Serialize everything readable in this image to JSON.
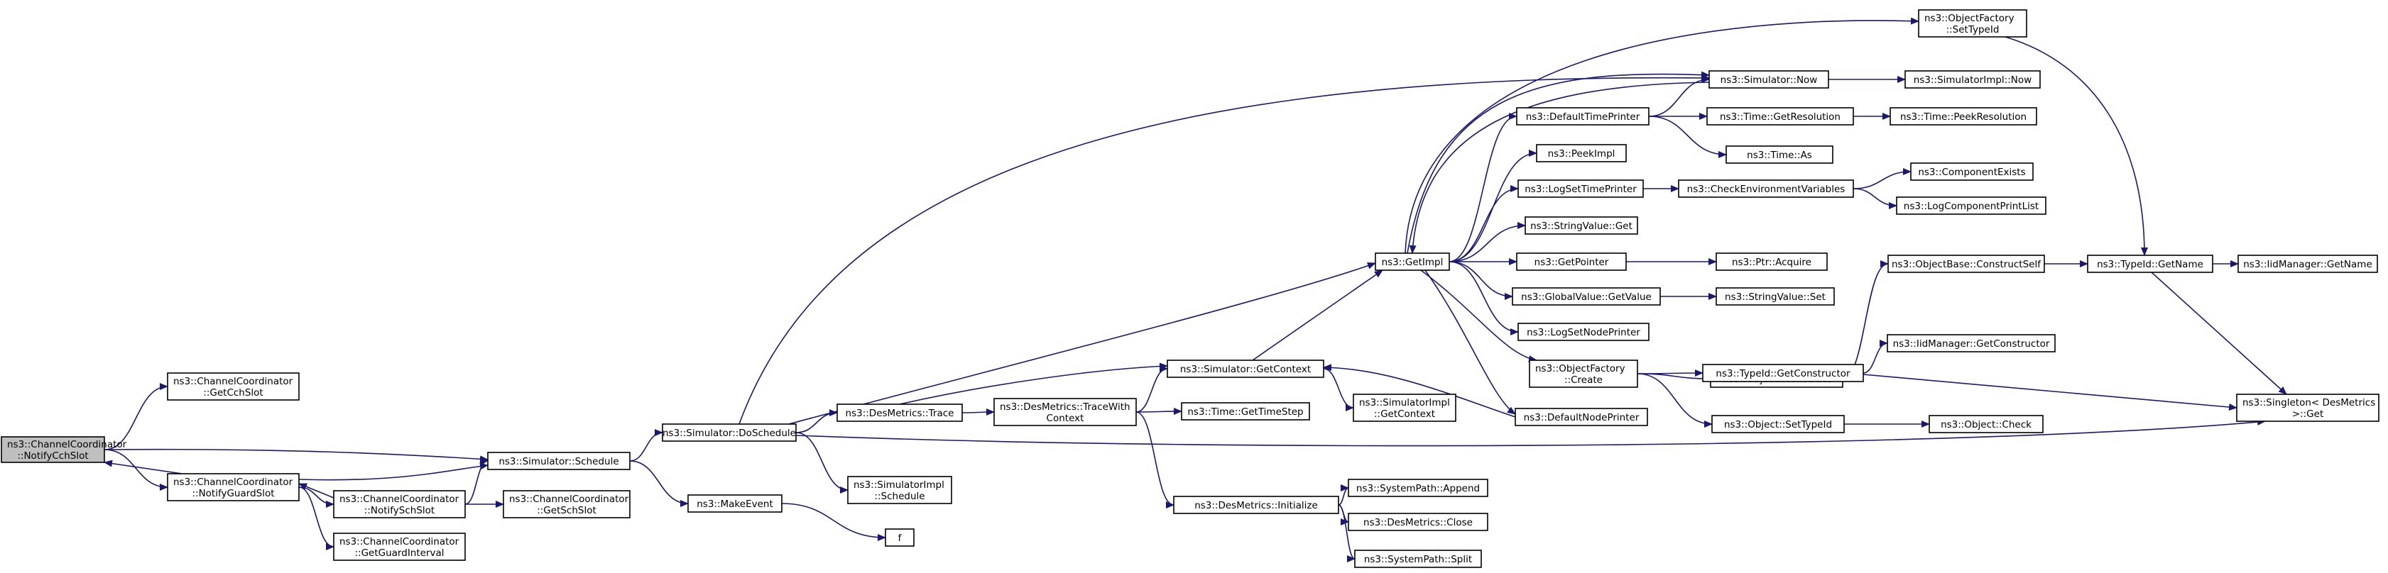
{
  "colors": {
    "edge": "#191970",
    "node_border": "#000000",
    "node_border_truncated": "#ff0000",
    "node_fill": "#ffffff",
    "focus_fill": "#bfbfbf"
  },
  "nodes": [
    {
      "id": "notify-cch-slot",
      "lines": [
        "ns3::ChannelCoordinator",
        "::NotifyCchSlot"
      ],
      "style": "focus"
    },
    {
      "id": "get-cch-slot",
      "lines": [
        "ns3::ChannelCoordinator",
        "::GetCchSlot"
      ],
      "style": "normal"
    },
    {
      "id": "notify-guard-slot",
      "lines": [
        "ns3::ChannelCoordinator",
        "::NotifyGuardSlot"
      ],
      "style": "normal"
    },
    {
      "id": "get-guard-interval",
      "lines": [
        "ns3::ChannelCoordinator",
        "::GetGuardInterval"
      ],
      "style": "normal"
    },
    {
      "id": "notify-sch-slot",
      "lines": [
        "ns3::ChannelCoordinator",
        "::NotifySchSlot"
      ],
      "style": "normal"
    },
    {
      "id": "simulator-schedule",
      "lines": [
        "ns3::Simulator::Schedule"
      ],
      "style": "normal"
    },
    {
      "id": "get-sch-slot",
      "lines": [
        "ns3::ChannelCoordinator",
        "::GetSchSlot"
      ],
      "style": "normal"
    },
    {
      "id": "simulator-doschedule",
      "lines": [
        "ns3::Simulator::DoSchedule"
      ],
      "style": "normal"
    },
    {
      "id": "make-event",
      "lines": [
        "ns3::MakeEvent"
      ],
      "style": "normal"
    },
    {
      "id": "f",
      "lines": [
        "f"
      ],
      "style": "normal"
    },
    {
      "id": "desmetrics-trace",
      "lines": [
        "ns3::DesMetrics::Trace"
      ],
      "style": "normal"
    },
    {
      "id": "simulatorimpl-schedule",
      "lines": [
        "ns3::SimulatorImpl",
        "::Schedule"
      ],
      "style": "normal"
    },
    {
      "id": "desmetrics-tracewithcontext",
      "lines": [
        "ns3::DesMetrics::TraceWith",
        "Context"
      ],
      "style": "normal"
    },
    {
      "id": "simulator-getcontext",
      "lines": [
        "ns3::Simulator::GetContext"
      ],
      "style": "normal"
    },
    {
      "id": "time-gettimestep",
      "lines": [
        "ns3::Time::GetTimeStep"
      ],
      "style": "normal"
    },
    {
      "id": "desmetrics-initialize",
      "lines": [
        "ns3::DesMetrics::Initialize"
      ],
      "style": "normal"
    },
    {
      "id": "simulatorimpl-getcontext",
      "lines": [
        "ns3::SimulatorImpl",
        "::GetContext"
      ],
      "style": "normal"
    },
    {
      "id": "systempath-append",
      "lines": [
        "ns3::SystemPath::Append"
      ],
      "style": "normal"
    },
    {
      "id": "desmetrics-close",
      "lines": [
        "ns3::DesMetrics::Close"
      ],
      "style": "normal"
    },
    {
      "id": "systempath-split",
      "lines": [
        "ns3::SystemPath::Split"
      ],
      "style": "normal"
    },
    {
      "id": "getimpl",
      "lines": [
        "ns3::GetImpl"
      ],
      "style": "normal"
    },
    {
      "id": "simulator-now",
      "lines": [
        "ns3::Simulator::Now"
      ],
      "style": "normal"
    },
    {
      "id": "simulatorimpl-now",
      "lines": [
        "ns3::SimulatorImpl::Now"
      ],
      "style": "normal"
    },
    {
      "id": "objectfactory-settypeid",
      "lines": [
        "ns3::ObjectFactory",
        "::SetTypeId"
      ],
      "style": "normal"
    },
    {
      "id": "defaulttimeprinter",
      "lines": [
        "ns3::DefaultTimePrinter"
      ],
      "style": "normal"
    },
    {
      "id": "time-getresolution",
      "lines": [
        "ns3::Time::GetResolution"
      ],
      "style": "normal"
    },
    {
      "id": "time-peekresolution",
      "lines": [
        "ns3::Time::PeekResolution"
      ],
      "style": "truncated"
    },
    {
      "id": "time-as",
      "lines": [
        "ns3::Time::As"
      ],
      "style": "normal"
    },
    {
      "id": "peekimpl",
      "lines": [
        "ns3::PeekImpl"
      ],
      "style": "normal"
    },
    {
      "id": "logsettimeprinter",
      "lines": [
        "ns3::LogSetTimePrinter"
      ],
      "style": "normal"
    },
    {
      "id": "checkenvironmentvariables",
      "lines": [
        "ns3::CheckEnvironmentVariables"
      ],
      "style": "normal"
    },
    {
      "id": "componentexists",
      "lines": [
        "ns3::ComponentExists"
      ],
      "style": "truncated"
    },
    {
      "id": "logcomponentprintlist",
      "lines": [
        "ns3::LogComponentPrintList"
      ],
      "style": "truncated"
    },
    {
      "id": "stringvalue-get",
      "lines": [
        "ns3::StringValue::Get"
      ],
      "style": "normal"
    },
    {
      "id": "getpointer",
      "lines": [
        "ns3::GetPointer"
      ],
      "style": "normal"
    },
    {
      "id": "ptr-acquire",
      "lines": [
        "ns3::Ptr::Acquire"
      ],
      "style": "normal"
    },
    {
      "id": "globalvalue-getvalue",
      "lines": [
        "ns3::GlobalValue::GetValue"
      ],
      "style": "normal"
    },
    {
      "id": "stringvalue-set",
      "lines": [
        "ns3::StringValue::Set"
      ],
      "style": "normal"
    },
    {
      "id": "logsetnodeprinter",
      "lines": [
        "ns3::LogSetNodePrinter"
      ],
      "style": "normal"
    },
    {
      "id": "objectfactory-create",
      "lines": [
        "ns3::ObjectFactory",
        "::Create"
      ],
      "style": "normal"
    },
    {
      "id": "defaultnodeprinter",
      "lines": [
        "ns3::DefaultNodePrinter"
      ],
      "style": "normal"
    },
    {
      "id": "object-construct",
      "lines": [
        "ns3::Object::Construct"
      ],
      "style": "normal"
    },
    {
      "id": "objectbase-constructself",
      "lines": [
        "ns3::ObjectBase::ConstructSelf"
      ],
      "style": "truncated"
    },
    {
      "id": "typeid-getname",
      "lines": [
        "ns3::TypeId::GetName"
      ],
      "style": "normal"
    },
    {
      "id": "iidmanager-getname",
      "lines": [
        "ns3::IidManager::GetName"
      ],
      "style": "truncated"
    },
    {
      "id": "typeid-getconstructor",
      "lines": [
        "ns3::TypeId::GetConstructor"
      ],
      "style": "normal"
    },
    {
      "id": "iidmanager-getconstructor",
      "lines": [
        "ns3::IidManager::GetConstructor"
      ],
      "style": "truncated"
    },
    {
      "id": "object-settypeid",
      "lines": [
        "ns3::Object::SetTypeId"
      ],
      "style": "normal"
    },
    {
      "id": "object-check",
      "lines": [
        "ns3::Object::Check"
      ],
      "style": "truncated"
    },
    {
      "id": "singleton-get",
      "lines": [
        "ns3::Singleton< DesMetrics",
        " >::Get"
      ],
      "style": "normal"
    }
  ],
  "edges": [
    [
      "notify-cch-slot",
      "get-cch-slot"
    ],
    [
      "notify-cch-slot",
      "notify-guard-slot"
    ],
    [
      "notify-cch-slot",
      "simulator-schedule"
    ],
    [
      "notify-guard-slot",
      "notify-cch-slot"
    ],
    [
      "notify-guard-slot",
      "get-guard-interval"
    ],
    [
      "notify-guard-slot",
      "notify-sch-slot"
    ],
    [
      "notify-guard-slot",
      "simulator-schedule"
    ],
    [
      "notify-sch-slot",
      "notify-guard-slot"
    ],
    [
      "notify-sch-slot",
      "get-sch-slot"
    ],
    [
      "notify-sch-slot",
      "simulator-schedule"
    ],
    [
      "simulator-schedule",
      "simulator-doschedule"
    ],
    [
      "simulator-schedule",
      "make-event"
    ],
    [
      "make-event",
      "f"
    ],
    [
      "simulator-doschedule",
      "desmetrics-trace"
    ],
    [
      "simulator-doschedule",
      "getimpl"
    ],
    [
      "simulator-doschedule",
      "simulator-now"
    ],
    [
      "simulator-doschedule",
      "simulatorimpl-schedule"
    ],
    [
      "simulator-doschedule",
      "singleton-get"
    ],
    [
      "desmetrics-trace",
      "desmetrics-tracewithcontext"
    ],
    [
      "desmetrics-trace",
      "simulator-getcontext"
    ],
    [
      "desmetrics-tracewithcontext",
      "simulator-getcontext"
    ],
    [
      "desmetrics-tracewithcontext",
      "time-gettimestep"
    ],
    [
      "desmetrics-tracewithcontext",
      "desmetrics-initialize"
    ],
    [
      "simulator-getcontext",
      "getimpl"
    ],
    [
      "simulator-getcontext",
      "simulatorimpl-getcontext"
    ],
    [
      "desmetrics-initialize",
      "systempath-append"
    ],
    [
      "desmetrics-initialize",
      "desmetrics-close"
    ],
    [
      "desmetrics-initialize",
      "systempath-split"
    ],
    [
      "getimpl",
      "simulator-now"
    ],
    [
      "getimpl",
      "objectfactory-settypeid"
    ],
    [
      "getimpl",
      "defaulttimeprinter"
    ],
    [
      "getimpl",
      "peekimpl"
    ],
    [
      "getimpl",
      "logsettimeprinter"
    ],
    [
      "getimpl",
      "stringvalue-get"
    ],
    [
      "getimpl",
      "getpointer"
    ],
    [
      "getimpl",
      "globalvalue-getvalue"
    ],
    [
      "getimpl",
      "logsetnodeprinter"
    ],
    [
      "getimpl",
      "objectfactory-create"
    ],
    [
      "getimpl",
      "defaultnodeprinter"
    ],
    [
      "simulator-now",
      "getimpl"
    ],
    [
      "simulator-now",
      "simulatorimpl-now"
    ],
    [
      "defaulttimeprinter",
      "simulator-now"
    ],
    [
      "defaulttimeprinter",
      "time-getresolution"
    ],
    [
      "defaulttimeprinter",
      "time-as"
    ],
    [
      "time-getresolution",
      "time-peekresolution"
    ],
    [
      "logsettimeprinter",
      "checkenvironmentvariables"
    ],
    [
      "checkenvironmentvariables",
      "componentexists"
    ],
    [
      "checkenvironmentvariables",
      "logcomponentprintlist"
    ],
    [
      "getpointer",
      "ptr-acquire"
    ],
    [
      "globalvalue-getvalue",
      "stringvalue-set"
    ],
    [
      "objectfactory-create",
      "object-construct"
    ],
    [
      "objectfactory-create",
      "typeid-getconstructor"
    ],
    [
      "objectfactory-create",
      "object-settypeid"
    ],
    [
      "defaultnodeprinter",
      "simulator-getcontext"
    ],
    [
      "objectfactory-settypeid",
      "typeid-getname"
    ],
    [
      "object-construct",
      "objectbase-constructself"
    ],
    [
      "objectbase-constructself",
      "typeid-getname"
    ],
    [
      "typeid-getname",
      "iidmanager-getname"
    ],
    [
      "typeid-getname",
      "singleton-get"
    ],
    [
      "typeid-getconstructor",
      "iidmanager-getconstructor"
    ],
    [
      "typeid-getconstructor",
      "singleton-get"
    ],
    [
      "object-settypeid",
      "object-check"
    ]
  ]
}
